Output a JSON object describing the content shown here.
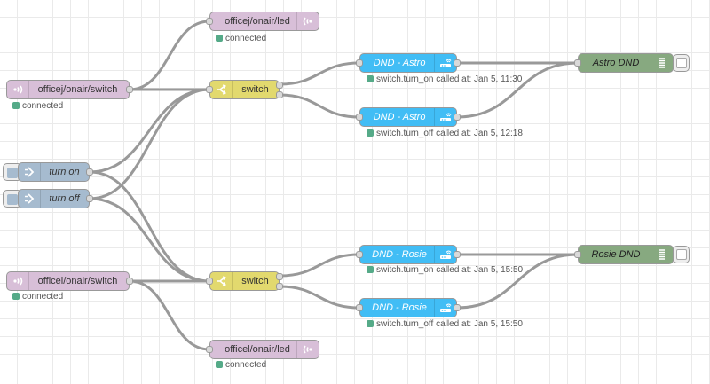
{
  "canvas": {
    "grid": true
  },
  "nodes": {
    "mqtt_in_1": {
      "label": "officej/onair/switch",
      "status": "connected"
    },
    "mqtt_out_1": {
      "label": "officej/onair/led",
      "status": "connected"
    },
    "switch_1": {
      "label": "switch"
    },
    "inject_on": {
      "label": "turn on"
    },
    "inject_off": {
      "label": "turn off"
    },
    "ha_1": {
      "label": "DND - Astro",
      "status": "switch.turn_on called at: Jan 5, 11:30"
    },
    "ha_2": {
      "label": "DND - Astro",
      "status": "switch.turn_off called at: Jan 5, 12:18"
    },
    "debug_1": {
      "label": "Astro DND"
    },
    "ha_3": {
      "label": "DND - Rosie",
      "status": "switch.turn_on called at: Jan 5, 15:50"
    },
    "ha_4": {
      "label": "DND - Rosie",
      "status": "switch.turn_off called at: Jan 5, 15:50"
    },
    "debug_2": {
      "label": "Rosie DND"
    },
    "mqtt_in_2": {
      "label": "officel/onair/switch",
      "status": "connected"
    },
    "switch_2": {
      "label": "switch"
    },
    "mqtt_out_2": {
      "label": "officel/onair/led",
      "status": "connected"
    }
  },
  "colors": {
    "mqtt": "#d8bfd8",
    "inject": "#a6bbcf",
    "switch": "#e2d96e",
    "home_assistant": "#41bdf5",
    "debug": "#87a980",
    "wire": "#999999",
    "status_connected": "#55aa88"
  },
  "icons": {
    "mqtt": "radio-waves-icon",
    "inject": "arrow-in-icon",
    "switch": "switch-fork-icon",
    "home_assistant": "router-icon",
    "debug": "list-lines-icon"
  }
}
